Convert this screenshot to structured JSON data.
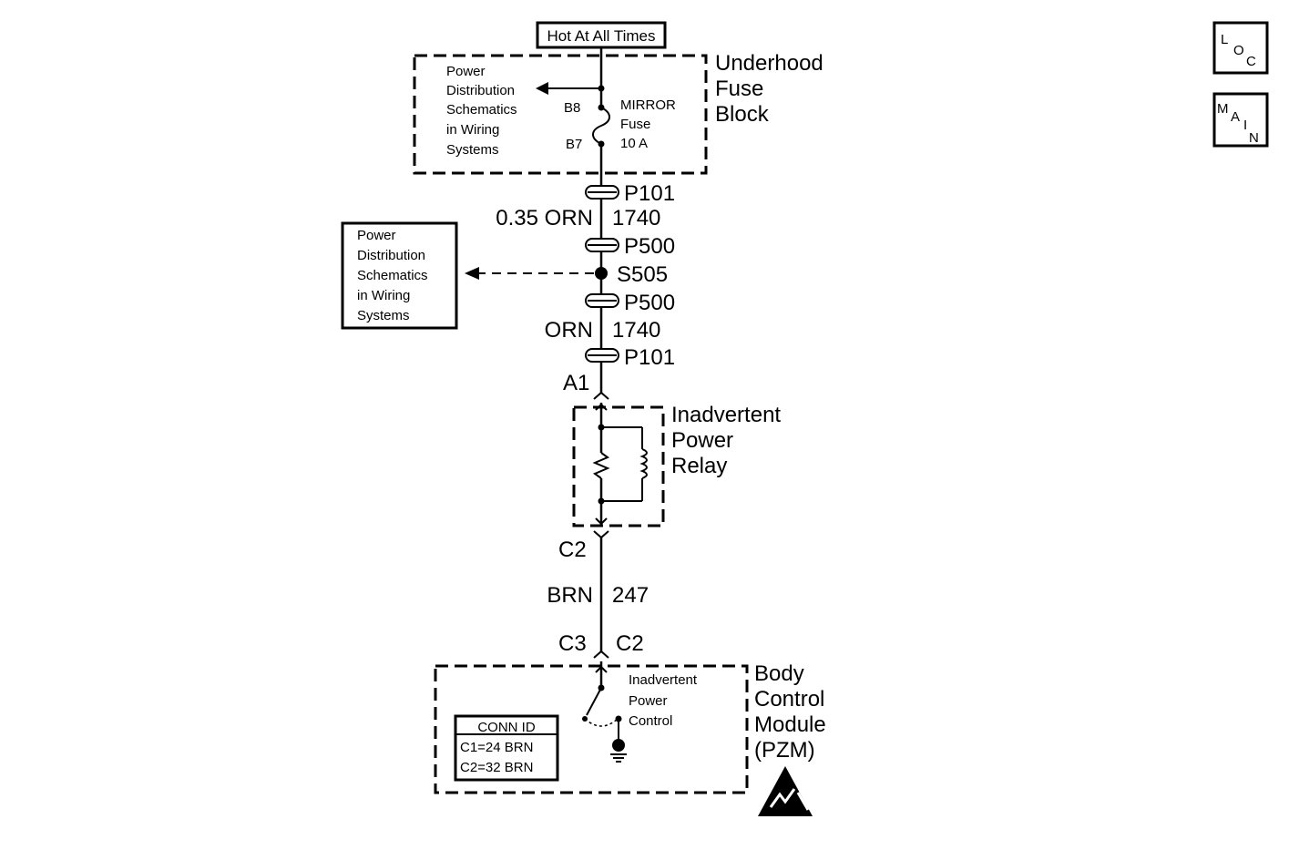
{
  "header": {
    "hot_label": "Hot At All Times"
  },
  "nav": {
    "loc": [
      "L",
      "O",
      "C"
    ],
    "main": [
      "M",
      "A",
      "I",
      "N"
    ]
  },
  "fuse_block": {
    "name": [
      "Underhood",
      "Fuse",
      "Block"
    ],
    "ref_text": [
      "Power",
      "Distribution",
      "Schematics",
      "in Wiring",
      "Systems"
    ],
    "pin_in": "B8",
    "pin_out": "B7",
    "fuse_label": [
      "MIRROR",
      "Fuse",
      "10 A"
    ]
  },
  "connectors": {
    "p101_top": "P101",
    "p500_top": "P500",
    "splice": "S505",
    "p500_bottom": "P500",
    "p101_bottom": "P101"
  },
  "wires": {
    "upper": {
      "color": "0.35 ORN",
      "circuit": "1740"
    },
    "middle": {
      "color": "ORN",
      "circuit": "1740"
    },
    "lower": {
      "color": "BRN",
      "circuit": "247"
    }
  },
  "side_ref": {
    "text": [
      "Power",
      "Distribution",
      "Schematics",
      "in Wiring",
      "Systems"
    ]
  },
  "relay": {
    "name": [
      "Inadvertent",
      "Power",
      "Relay"
    ],
    "pin_in": "A1",
    "pin_out": "C2"
  },
  "bcm": {
    "name": [
      "Body",
      "Control",
      "Module",
      "(PZM)"
    ],
    "conn_left": "C3",
    "conn_right": "C2",
    "switch_label": [
      "Inadvertent",
      "Power",
      "Control"
    ],
    "conn_id": {
      "title": "CONN ID",
      "rows": [
        "C1=24 BRN",
        "C2=32 BRN"
      ]
    }
  },
  "icons": {
    "esd": "esd-warning-icon",
    "ground": "ground-icon"
  }
}
